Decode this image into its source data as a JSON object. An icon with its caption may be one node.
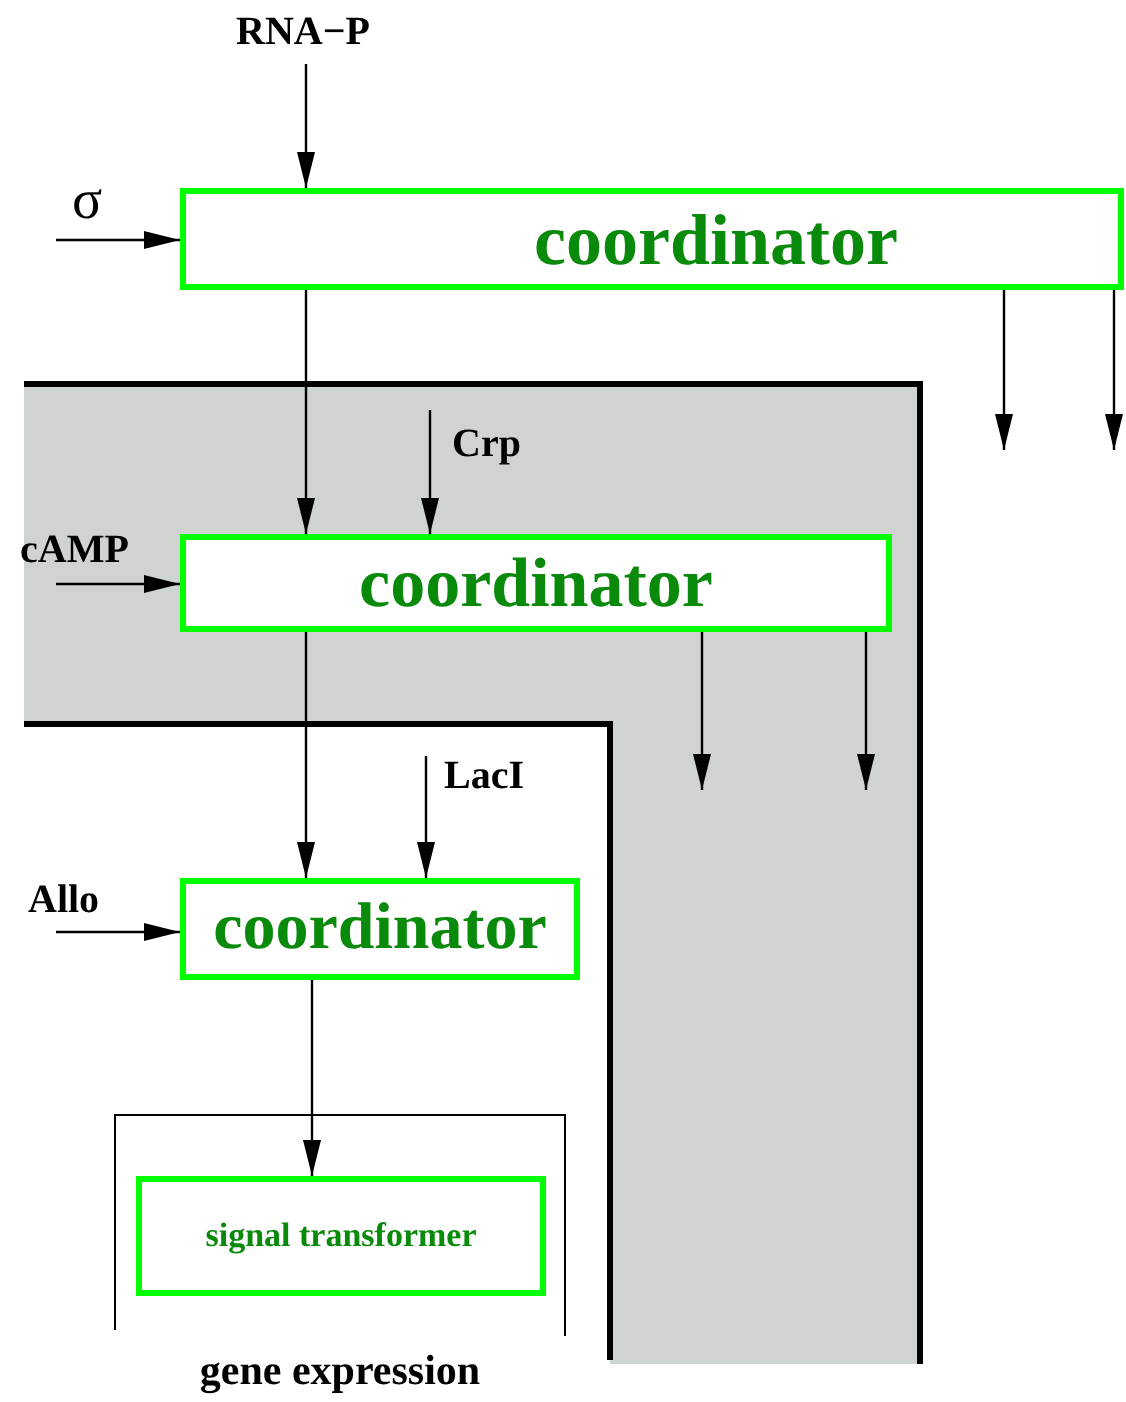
{
  "diagram": {
    "nodes": [
      {
        "text": [
          "RNA−P"
        ]
      },
      {
        "text": [
          "σ"
        ]
      },
      {
        "text": [
          "coordinator"
        ]
      },
      {
        "text": [
          "Crp"
        ]
      },
      {
        "text": [
          "cAMP"
        ]
      },
      {
        "text": [
          "coordinator"
        ]
      },
      {
        "text": [
          "LacI"
        ]
      },
      {
        "text": [
          "Allo"
        ]
      },
      {
        "text": [
          "coordinator"
        ]
      },
      {
        "text": [
          "gene expression"
        ]
      },
      {
        "text": [
          "signal transformer"
        ],
        "in": 9
      }
    ],
    "edges": [
      {
        "from": 0,
        "to": 2,
        "arrow": "to"
      },
      {
        "from": 1,
        "to": 2,
        "arrow": "to"
      },
      {
        "from": 2,
        "to": 5,
        "arrow": "to"
      },
      {
        "from": 2,
        "to": null,
        "arrow": "to"
      },
      {
        "from": 2,
        "to": null,
        "arrow": "to"
      },
      {
        "from": 3,
        "to": 5,
        "arrow": "to"
      },
      {
        "from": 4,
        "to": 5,
        "arrow": "to"
      },
      {
        "from": 5,
        "to": 8,
        "arrow": "to"
      },
      {
        "from": 5,
        "to": null,
        "arrow": "to"
      },
      {
        "from": 5,
        "to": null,
        "arrow": "to"
      },
      {
        "from": 6,
        "to": 8,
        "arrow": "to"
      },
      {
        "from": 7,
        "to": 8,
        "arrow": "to"
      },
      {
        "from": 8,
        "to": 10,
        "arrow": "to"
      }
    ]
  }
}
